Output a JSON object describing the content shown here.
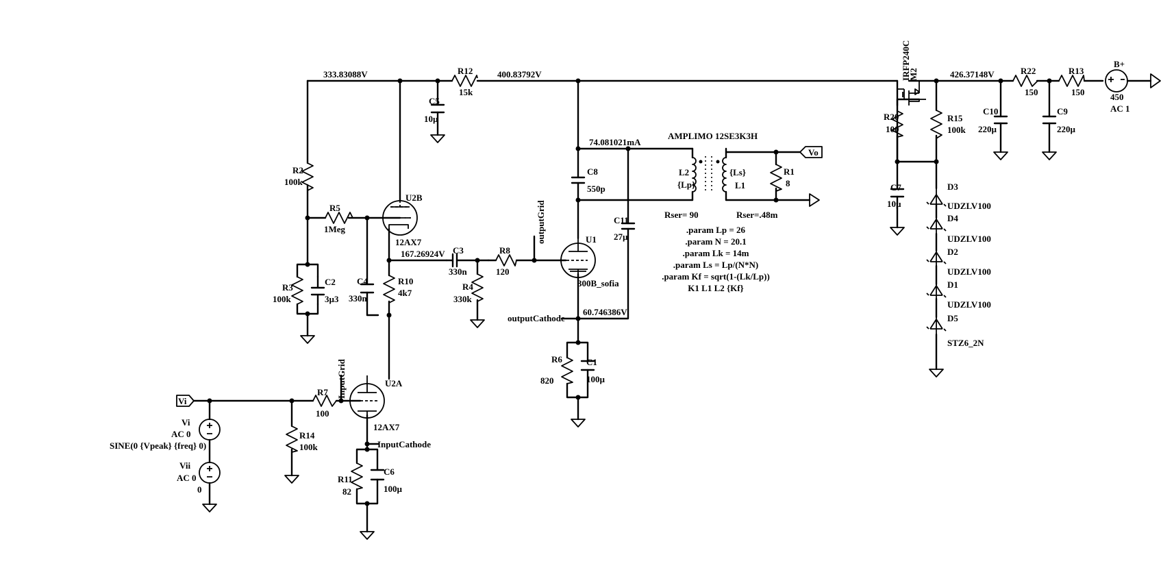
{
  "nets": {
    "n1": "333.83088V",
    "n2": "400.83792V",
    "n3": "426.37148V",
    "i1": "74.081021mA",
    "n4": "167.26924V",
    "n5": "60.746386V",
    "output_grid": "outputGrid",
    "output_cathode": "outputCathode",
    "input_grid": "InputGrid",
    "input_cathode": "InputCathode"
  },
  "ports": {
    "vo": "Vo",
    "vi": "Vi"
  },
  "transformer": {
    "title": "AMPLIMO 12SE3K3H",
    "primary_ref": "L2",
    "primary_val": "{Lp}",
    "primary_rser": "Rser= 90",
    "secondary_ref": "L1",
    "secondary_val": "{Ls}",
    "secondary_rser": "Rser=.48m"
  },
  "directives": [
    ".param Lp = 26",
    ".param N = 20.1",
    ".param Lk = 14m",
    ".param Ls = Lp/(N*N)",
    ".param Kf = sqrt(1-(Lk/Lp))",
    "K1 L1 L2 {Kf}"
  ],
  "components": {
    "r2": {
      "ref": "R2",
      "val": "100k"
    },
    "r3": {
      "ref": "R3",
      "val": "100k"
    },
    "c2": {
      "ref": "C2",
      "val": "3µ3"
    },
    "r5": {
      "ref": "R5",
      "val": "1Meg"
    },
    "c4": {
      "ref": "C4",
      "val": "330n"
    },
    "r10": {
      "ref": "R10",
      "val": "4k7"
    },
    "u2b": {
      "ref": "U2B",
      "val": "12AX7"
    },
    "u2a": {
      "ref": "U2A",
      "val": "12AX7"
    },
    "c5": {
      "ref": "C5",
      "val": "10µ"
    },
    "r12": {
      "ref": "R12",
      "val": "15k"
    },
    "c3": {
      "ref": "C3",
      "val": "330n"
    },
    "r4": {
      "ref": "R4",
      "val": "330k"
    },
    "r8": {
      "ref": "R8",
      "val": "120"
    },
    "u1": {
      "ref": "U1",
      "val": "300B_sofia"
    },
    "c8": {
      "ref": "C8",
      "val": "550p"
    },
    "c11": {
      "ref": "C11",
      "val": "27µ"
    },
    "r6": {
      "ref": "R6",
      "val": "820"
    },
    "c1": {
      "ref": "C1",
      "val": "100µ"
    },
    "r1": {
      "ref": "R1",
      "val": "8"
    },
    "m2": {
      "ref": "M2",
      "val": "IRFP240C"
    },
    "r20": {
      "ref": "R20",
      "val": "100"
    },
    "r15": {
      "ref": "R15",
      "val": "100k"
    },
    "c7": {
      "ref": "C7",
      "val": "10µ"
    },
    "d3": {
      "ref": "D3",
      "val": "UDZLV100"
    },
    "d4": {
      "ref": "D4",
      "val": "UDZLV100"
    },
    "d2": {
      "ref": "D2",
      "val": "UDZLV100"
    },
    "d1": {
      "ref": "D1",
      "val": "UDZLV100"
    },
    "d5": {
      "ref": "D5",
      "val": "STZ6_2N"
    },
    "c10": {
      "ref": "C10",
      "val": "220µ"
    },
    "c9": {
      "ref": "C9",
      "val": "220µ"
    },
    "r22": {
      "ref": "R22",
      "val": "150"
    },
    "r13": {
      "ref": "R13",
      "val": "150"
    },
    "bplus": {
      "ref": "B+",
      "val": "450",
      "ac": "AC 1"
    },
    "r7": {
      "ref": "R7",
      "val": "100"
    },
    "r14": {
      "ref": "R14",
      "val": "100k"
    },
    "r11": {
      "ref": "R11",
      "val": "82"
    },
    "c6": {
      "ref": "C6",
      "val": "100µ"
    },
    "vi": {
      "ref": "Vi",
      "ac": "AC 0",
      "val": "SINE(0 {Vpeak} {freq} 0)"
    },
    "vii": {
      "ref": "Vii",
      "ac": "AC 0",
      "val": "0"
    }
  }
}
